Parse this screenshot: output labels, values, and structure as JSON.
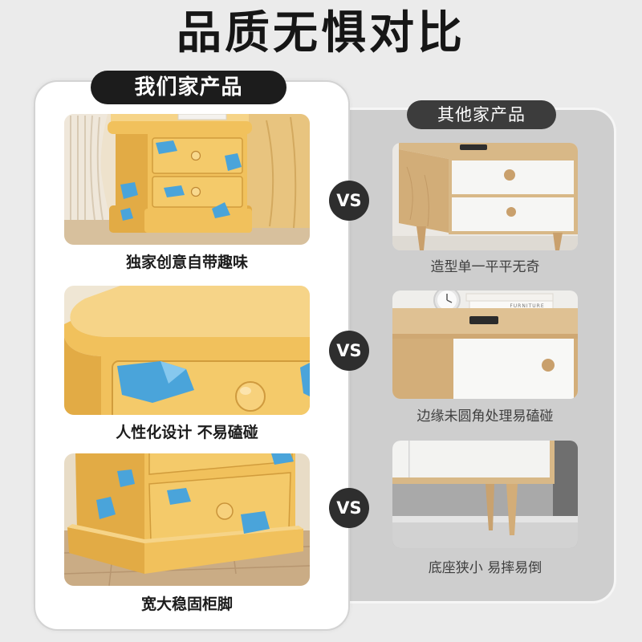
{
  "title": "品质无惧对比",
  "theme": {
    "page_bg": "#ebebeb",
    "title_color": "#161616",
    "ours_panel_bg": "#ffffff",
    "others_panel_bg": "#cecece",
    "ours_pill_bg": "#1c1c1c",
    "others_pill_bg": "#3c3c3c",
    "vs_bg": "#2e2e2e",
    "product_yellow": "#f1c15c",
    "patch_blue": "#4aa4da",
    "wood": "#d8b887"
  },
  "ours": {
    "header": "我们家产品",
    "items": [
      {
        "caption": "独家创意自带趣味"
      },
      {
        "caption": "人性化设计 不易磕碰"
      },
      {
        "caption": "宽大稳固柜脚"
      }
    ]
  },
  "others": {
    "header": "其他家产品",
    "items": [
      {
        "caption": "造型单一平平无奇"
      },
      {
        "caption": "边缘未圆角处理易磕碰",
        "book_text": "FURNITURE"
      },
      {
        "caption": "底座狭小 易摔易倒"
      }
    ]
  },
  "vs_label": "VS"
}
